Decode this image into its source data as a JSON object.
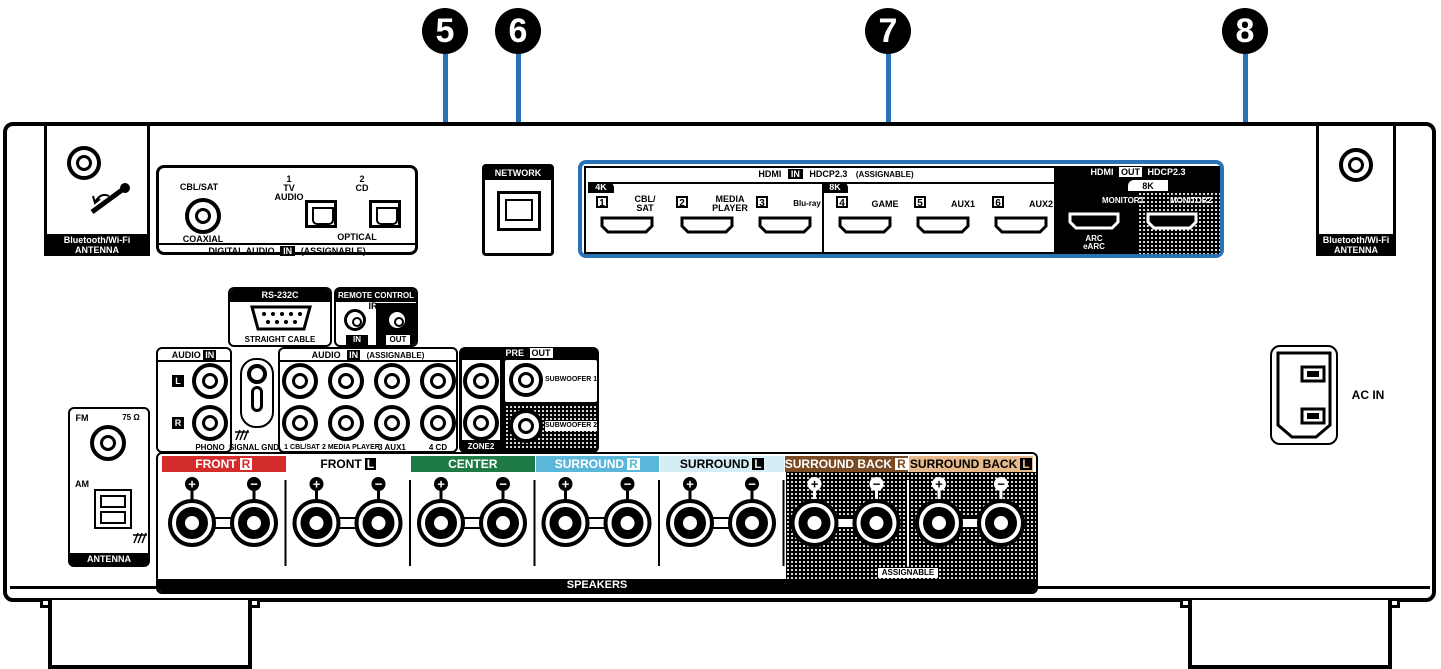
{
  "callouts": [
    "5",
    "6",
    "7",
    "8"
  ],
  "antenna_left": {
    "line1": "Bluetooth/Wi-Fi",
    "line2": "ANTENNA"
  },
  "antenna_right": {
    "line1": "Bluetooth/Wi-Fi",
    "line2": "ANTENNA"
  },
  "digital_audio": {
    "cbl_sat": "CBL/SAT",
    "coaxial": "COAXIAL",
    "optical1_num": "1",
    "optical1_l1": "TV",
    "optical1_l2": "AUDIO",
    "optical2_num": "2",
    "optical2_l1": "CD",
    "optical": "OPTICAL",
    "title": "DIGITAL AUDIO",
    "in": "IN",
    "assignable": "(ASSIGNABLE)"
  },
  "network": {
    "label": "NETWORK"
  },
  "hdmi_in": {
    "title": "HDMI",
    "in": "IN",
    "hdcp": "HDCP2.3",
    "assignable": "(ASSIGNABLE)",
    "badge_4k": "4K",
    "badge_8k": "8K",
    "inputs": [
      {
        "num": "1",
        "l1": "CBL/",
        "l2": "SAT"
      },
      {
        "num": "2",
        "l1": "MEDIA",
        "l2": "PLAYER"
      },
      {
        "num": "3",
        "l1": "Blu-ray",
        "l2": ""
      },
      {
        "num": "4",
        "l1": "GAME",
        "l2": ""
      },
      {
        "num": "5",
        "l1": "AUX1",
        "l2": ""
      },
      {
        "num": "6",
        "l1": "AUX2",
        "l2": ""
      }
    ]
  },
  "hdmi_out": {
    "title": "HDMI",
    "out": "OUT",
    "hdcp": "HDCP2.3",
    "badge_8k": "8K",
    "monitor1": "MONITOR1",
    "monitor2": "MONITOR2",
    "arc": "ARC",
    "earc": "eARC"
  },
  "rs232c": {
    "title": "RS-232C",
    "sub": "STRAIGHT CABLE"
  },
  "remote": {
    "title": "REMOTE CONTROL",
    "ir": "IR",
    "in": "IN",
    "out": "OUT"
  },
  "audio_in_phono": {
    "title": "AUDIO",
    "in": "IN",
    "l": "L",
    "r": "R",
    "phono": "PHONO",
    "signal_gnd": "SIGNAL GND"
  },
  "audio_in_assignable": {
    "title": "AUDIO",
    "in": "IN",
    "assignable": "(ASSIGNABLE)",
    "labels": [
      "1 CBL/SAT",
      "2 MEDIA PLAYER",
      "3 AUX1",
      "4 CD"
    ]
  },
  "pre_out": {
    "title": "PRE",
    "out": "OUT",
    "sub1": "SUBWOOFER 1",
    "sub2": "SUBWOOFER 2",
    "zone2": "ZONE2"
  },
  "fm_am": {
    "fm": "FM",
    "ohm": "75 Ω",
    "am": "AM",
    "antenna": "ANTENNA"
  },
  "speakers": {
    "title": "SPEAKERS",
    "assignable": "ASSIGNABLE",
    "plus": "+",
    "minus": "−",
    "channels": [
      {
        "name": "FRONT",
        "side": "R",
        "color": "#d42b2b",
        "text": "#ffffff"
      },
      {
        "name": "FRONT",
        "side": "L",
        "color": "#ffffff",
        "text": "#000000"
      },
      {
        "name": "CENTER",
        "side": "",
        "color": "#1d7a45",
        "text": "#ffffff"
      },
      {
        "name": "SURROUND",
        "side": "R",
        "color": "#5bb7d9",
        "text": "#ffffff"
      },
      {
        "name": "SURROUND",
        "side": "L",
        "color": "#d5eef6",
        "text": "#000000"
      },
      {
        "name": "SURROUND BACK",
        "side": "R",
        "color": "#7a4a22",
        "text": "#ffffff"
      },
      {
        "name": "SURROUND BACK",
        "side": "L",
        "color": "#e8b98a",
        "text": "#000000"
      }
    ]
  },
  "ac_in": {
    "label": "AC IN"
  },
  "colors": {
    "callout_line": "#2a72b8",
    "hdmi_border": "#2a72b8"
  }
}
